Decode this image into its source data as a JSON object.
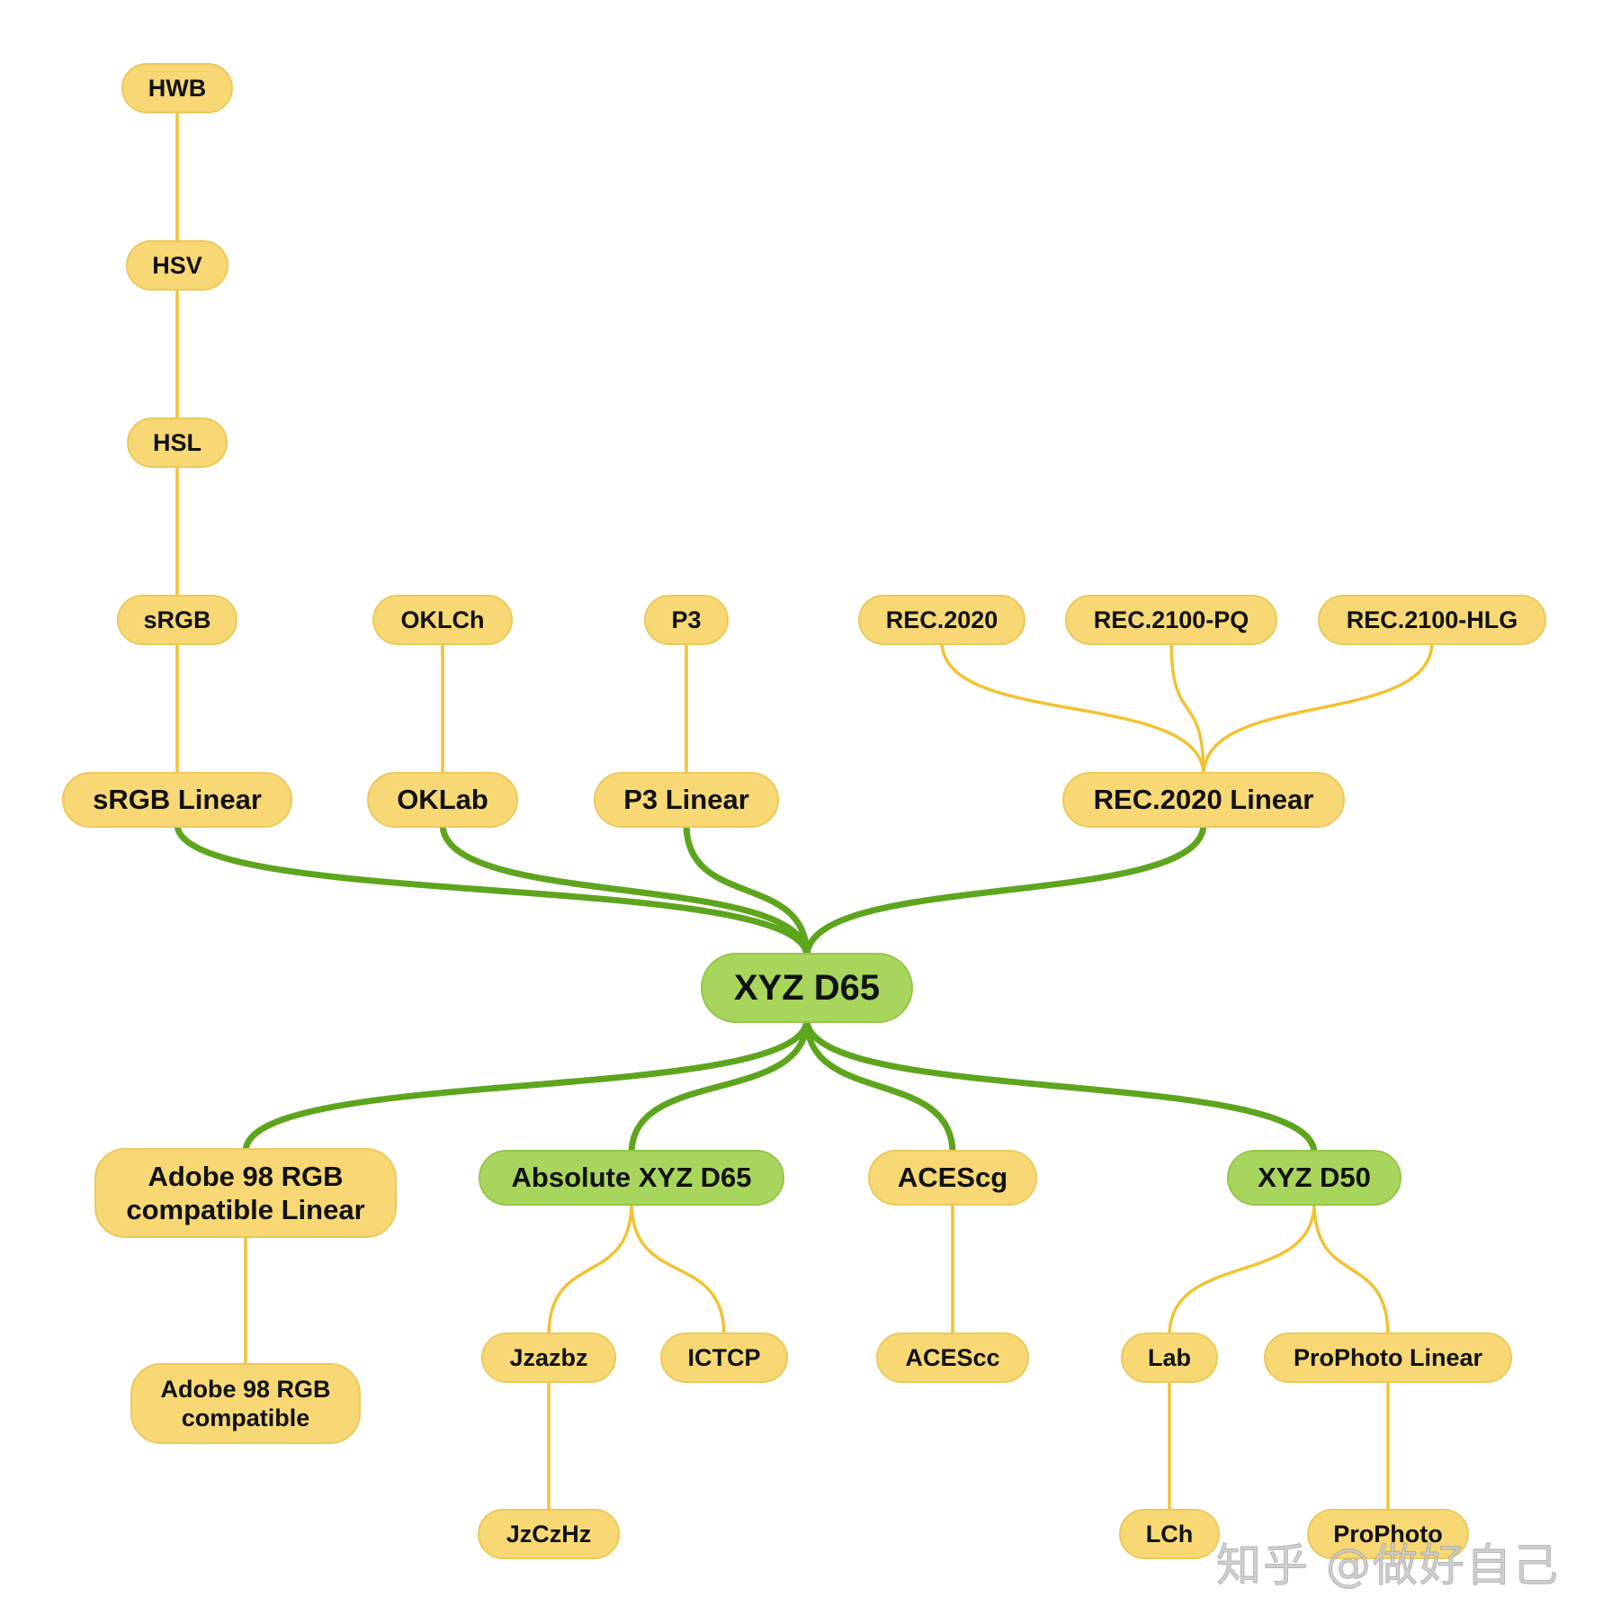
{
  "colors": {
    "yellow_node": "#f7d874",
    "green_node": "#a8d65c",
    "yellow_edge": "#f2c232",
    "green_edge": "#5ea51e"
  },
  "nodes": {
    "hwb": "HWB",
    "hsv": "HSV",
    "hsl": "HSL",
    "srgb": "sRGB",
    "oklch": "OKLCh",
    "p3": "P3",
    "rec2020": "REC.2020",
    "rec2100pq": "REC.2100-PQ",
    "rec2100hlg": "REC.2100-HLG",
    "srgb_linear": "sRGB Linear",
    "oklab": "OKLab",
    "p3_linear": "P3 Linear",
    "rec2020_linear": "REC.2020 Linear",
    "xyz_d65": "XYZ D65",
    "a98_linear": "Adobe 98 RGB\ncompatible Linear",
    "abs_xyz_d65": "Absolute XYZ D65",
    "acescg": "ACEScg",
    "xyz_d50": "XYZ D50",
    "a98": "Adobe 98 RGB\ncompatible",
    "jzazbz": "Jzazbz",
    "ictcp": "ICTCP",
    "acescc": "ACEScc",
    "lab": "Lab",
    "prophoto_linear": "ProPhoto Linear",
    "jzczhz": "JzCzHz",
    "lch": "LCh",
    "prophoto": "ProPhoto"
  },
  "edges": [
    [
      "hwb",
      "hsv",
      "yellow"
    ],
    [
      "hsv",
      "hsl",
      "yellow"
    ],
    [
      "hsl",
      "srgb",
      "yellow"
    ],
    [
      "srgb",
      "srgb_linear",
      "yellow"
    ],
    [
      "oklch",
      "oklab",
      "yellow"
    ],
    [
      "p3",
      "p3_linear",
      "yellow"
    ],
    [
      "rec2020",
      "rec2020_linear",
      "yellow"
    ],
    [
      "rec2100pq",
      "rec2020_linear",
      "yellow"
    ],
    [
      "rec2100hlg",
      "rec2020_linear",
      "yellow"
    ],
    [
      "srgb_linear",
      "xyz_d65",
      "green"
    ],
    [
      "oklab",
      "xyz_d65",
      "green"
    ],
    [
      "p3_linear",
      "xyz_d65",
      "green"
    ],
    [
      "rec2020_linear",
      "xyz_d65",
      "green"
    ],
    [
      "xyz_d65",
      "a98_linear",
      "green"
    ],
    [
      "xyz_d65",
      "abs_xyz_d65",
      "green"
    ],
    [
      "xyz_d65",
      "acescg",
      "green"
    ],
    [
      "xyz_d65",
      "xyz_d50",
      "green"
    ],
    [
      "a98_linear",
      "a98",
      "yellow"
    ],
    [
      "abs_xyz_d65",
      "jzazbz",
      "yellow"
    ],
    [
      "abs_xyz_d65",
      "ictcp",
      "yellow"
    ],
    [
      "acescg",
      "acescc",
      "yellow"
    ],
    [
      "xyz_d50",
      "lab",
      "yellow"
    ],
    [
      "xyz_d50",
      "prophoto_linear",
      "yellow"
    ],
    [
      "jzazbz",
      "jzczhz",
      "yellow"
    ],
    [
      "lab",
      "lch",
      "yellow"
    ],
    [
      "prophoto_linear",
      "prophoto",
      "yellow"
    ]
  ],
  "watermark": "知乎 @做好自己"
}
